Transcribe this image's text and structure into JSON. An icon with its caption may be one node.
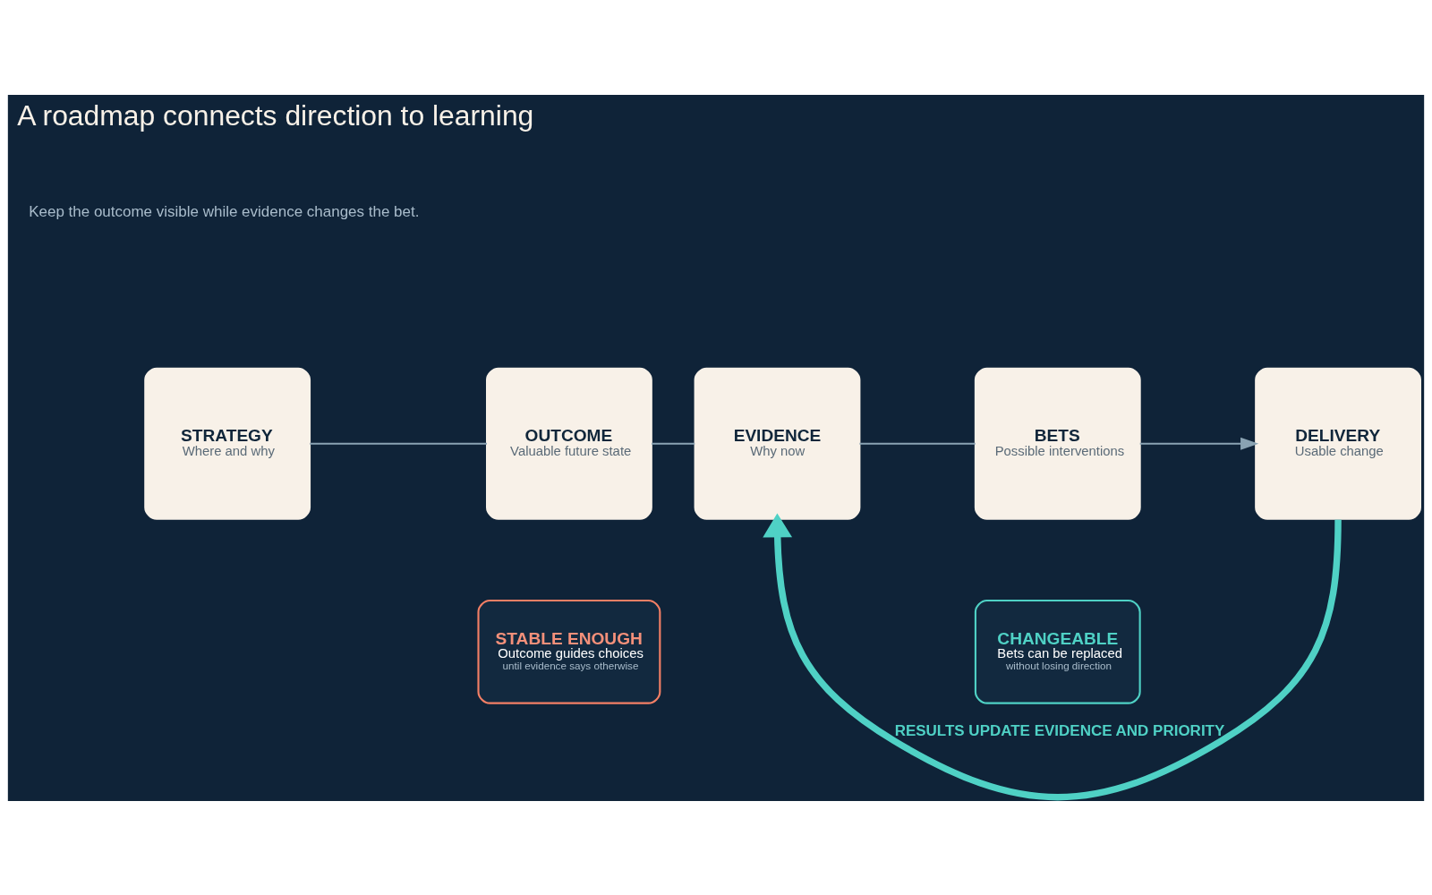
{
  "diagram": {
    "title": "A roadmap connects direction to learning",
    "nodes": [
      {
        "text": [
          "STRATEGY",
          "Where and why"
        ]
      },
      {
        "text": [
          "OUTCOME",
          "Valuable future state"
        ]
      },
      {
        "text": [
          "EVIDENCE",
          "Why now"
        ]
      },
      {
        "text": [
          "BETS",
          "Possible interventions"
        ]
      },
      {
        "text": [
          "DELIVERY",
          "Usable change"
        ]
      },
      {
        "text": [
          "STABLE ENOUGH",
          "Outcome guides choices",
          "until evidence says otherwise"
        ]
      },
      {
        "text": [
          "CHANGEABLE",
          "Bets can be replaced",
          "without losing direction"
        ]
      }
    ],
    "edges": [
      {
        "from": 0,
        "to": 1,
        "arrow": "none"
      },
      {
        "from": 1,
        "to": 2,
        "arrow": "none"
      },
      {
        "from": 2,
        "to": 3,
        "arrow": "none"
      },
      {
        "from": 3,
        "to": 4,
        "arrow": "to"
      },
      {
        "from": 4,
        "to": 2,
        "arrow": "to",
        "label": "RESULTS UPDATE EVIDENCE AND PRIORITY",
        "style": "thick",
        "color": "#4fd1c5"
      }
    ],
    "labels": [
      "Keep the outcome visible while evidence changes the bet."
    ]
  }
}
